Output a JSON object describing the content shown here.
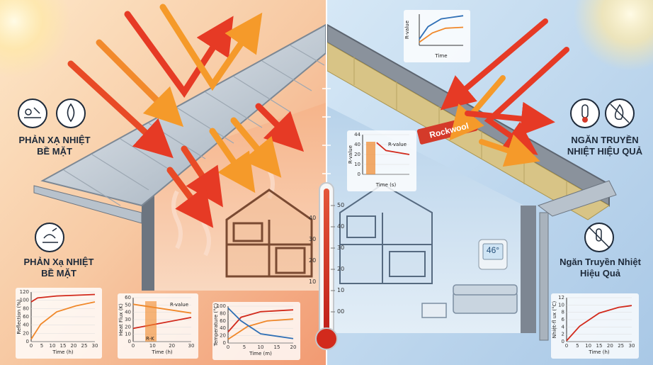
{
  "left": {
    "label_top": "PHẢN XẠ NHIỆT\nBỀ MẶT",
    "label_mid": "PHẢN Xạ NHIỆT\nBỀ MẶT",
    "chart1": {
      "xlabel": "Time (h)",
      "ylabel": "Reflection (%)",
      "yticks": [
        "120",
        "100",
        "80",
        "60",
        "40",
        "20",
        "0"
      ],
      "xticks": [
        "0",
        "5",
        "10",
        "15",
        "20",
        "25",
        "30"
      ]
    },
    "chart2": {
      "xlabel": "Time (h)",
      "ylabel": "Heat Flux (K)",
      "yticks": [
        "60",
        "50",
        "40",
        "30",
        "20",
        "10",
        "0"
      ],
      "xticks": [
        "0",
        "10",
        "20",
        "30"
      ],
      "ann_rvalue": "R-value",
      "ann_rk": "R-K"
    },
    "chart3": {
      "xlabel": "Time (m)",
      "ylabel": "Temperature (°C)",
      "yticks": [
        "100",
        "80",
        "60",
        "40",
        "20",
        "0"
      ],
      "xticks": [
        "0",
        "5",
        "10",
        "15",
        "20"
      ]
    }
  },
  "center": {
    "gauge_ticks": [
      "50",
      "40",
      "30",
      "20",
      "10",
      "00"
    ],
    "house_ticks": [
      "40",
      "30",
      "20",
      "10"
    ]
  },
  "right": {
    "label_top": "NGĂN TRUYỀN\nNHIỆT HIỆU QUẢ",
    "label_mid": "Ngăn Truyền Nhiệt\nHiệu Quả",
    "material": "Rockwool",
    "thermostat": "46°",
    "chart_top": {
      "xlabel": "Time",
      "ylabel": "R-value"
    },
    "chart_mid": {
      "xlabel": "Time (s)",
      "ylabel": "R-value",
      "ann": "R-value",
      "yticks": [
        "44",
        "40",
        "20",
        "10",
        "0"
      ]
    },
    "chart_br": {
      "xlabel": "Time (h)",
      "ylabel": "Nhiệt-fl ux (°C)",
      "yticks": [
        "12",
        "10",
        "8",
        "6",
        "4",
        "2",
        "0"
      ],
      "xticks": [
        "0",
        "5",
        "10",
        "15",
        "20",
        "25",
        "30"
      ]
    }
  },
  "colors": {
    "warm": "#f4a37a",
    "cool": "#b6d3ec",
    "arrow_red": "#e63a25",
    "arrow_orange": "#f59a2a",
    "ink": "#1e2a3a"
  }
}
